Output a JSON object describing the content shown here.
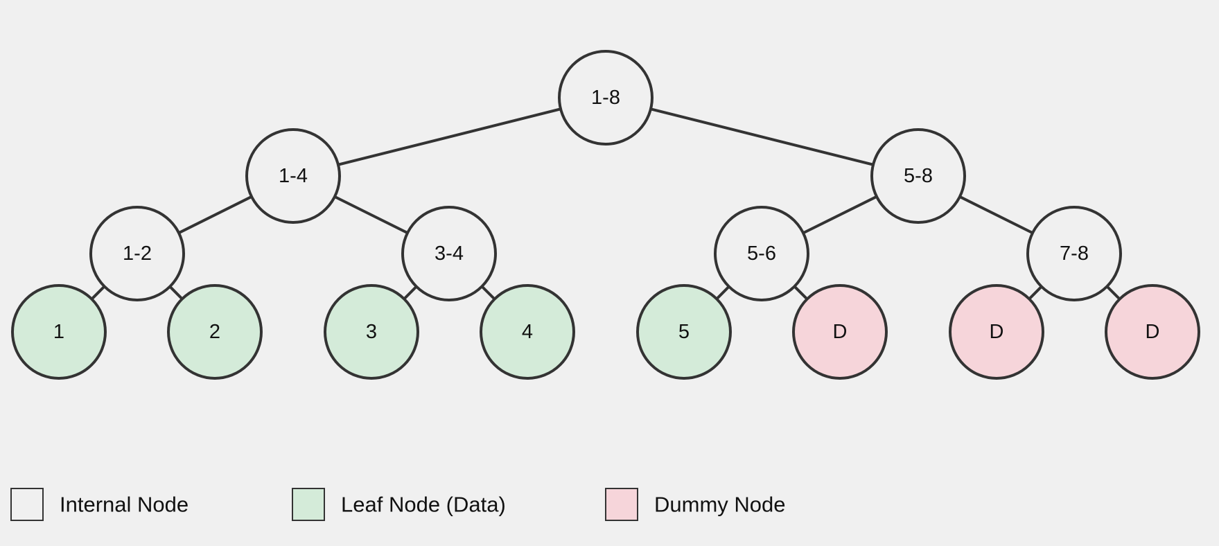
{
  "colors": {
    "background": "#f0f0f0",
    "stroke": "#333333",
    "internal": "#f0f0f0",
    "leaf": "#d4ebd9",
    "dummy": "#f6d5da"
  },
  "tree": {
    "nodes": [
      {
        "id": "n18",
        "label": "1-8",
        "type": "internal"
      },
      {
        "id": "n14",
        "label": "1-4",
        "type": "internal"
      },
      {
        "id": "n58",
        "label": "5-8",
        "type": "internal"
      },
      {
        "id": "n12",
        "label": "1-2",
        "type": "internal"
      },
      {
        "id": "n34",
        "label": "3-4",
        "type": "internal"
      },
      {
        "id": "n56",
        "label": "5-6",
        "type": "internal"
      },
      {
        "id": "n78",
        "label": "7-8",
        "type": "internal"
      },
      {
        "id": "l1",
        "label": "1",
        "type": "leaf"
      },
      {
        "id": "l2",
        "label": "2",
        "type": "leaf"
      },
      {
        "id": "l3",
        "label": "3",
        "type": "leaf"
      },
      {
        "id": "l4",
        "label": "4",
        "type": "leaf"
      },
      {
        "id": "l5",
        "label": "5",
        "type": "leaf"
      },
      {
        "id": "d6",
        "label": "D",
        "type": "dummy"
      },
      {
        "id": "d7",
        "label": "D",
        "type": "dummy"
      },
      {
        "id": "d8",
        "label": "D",
        "type": "dummy"
      }
    ],
    "edges": [
      [
        "n18",
        "n14"
      ],
      [
        "n18",
        "n58"
      ],
      [
        "n14",
        "n12"
      ],
      [
        "n14",
        "n34"
      ],
      [
        "n58",
        "n56"
      ],
      [
        "n58",
        "n78"
      ],
      [
        "n12",
        "l1"
      ],
      [
        "n12",
        "l2"
      ],
      [
        "n34",
        "l3"
      ],
      [
        "n34",
        "l4"
      ],
      [
        "n56",
        "l5"
      ],
      [
        "n56",
        "d6"
      ],
      [
        "n78",
        "d7"
      ],
      [
        "n78",
        "d8"
      ]
    ]
  },
  "legend": [
    {
      "type": "internal",
      "label": "Internal Node"
    },
    {
      "type": "leaf",
      "label": "Leaf Node (Data)"
    },
    {
      "type": "dummy",
      "label": "Dummy Node"
    }
  ]
}
